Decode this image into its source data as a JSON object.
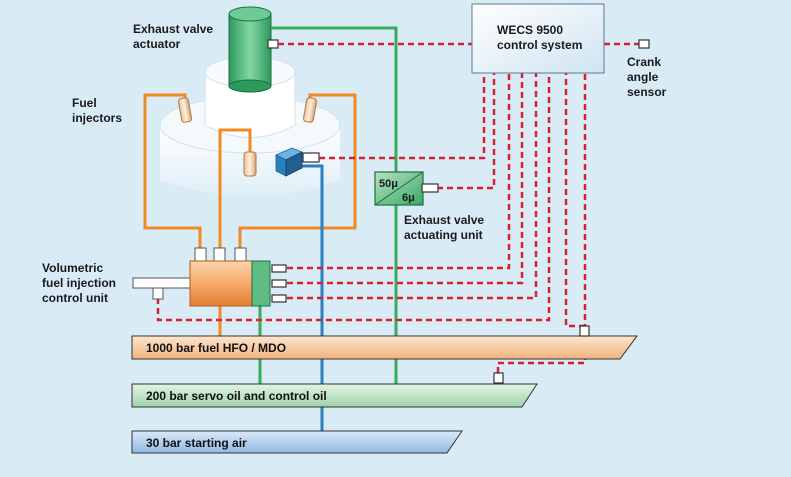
{
  "labels": {
    "exhaust_valve_actuator": [
      "Exhaust valve",
      "actuator"
    ],
    "fuel_injectors": [
      "Fuel",
      "injectors"
    ],
    "volumetric_unit": [
      "Volumetric",
      "fuel injection",
      "control unit"
    ],
    "wecs": [
      "WECS 9500",
      "control system"
    ],
    "crank_sensor": [
      "Crank",
      "angle",
      "sensor"
    ],
    "exhaust_valve_actuating_unit": [
      "Exhaust valve",
      "actuating unit"
    ],
    "unit_ratio_top": "50μ",
    "unit_ratio_bottom": "6μ"
  },
  "buses": {
    "fuel": "1000 bar fuel HFO / MDO",
    "servo": "200 bar servo oil and control oil",
    "air": "30 bar starting air"
  },
  "colors": {
    "background": "#d9ecf6",
    "fuel_pipe": "#f08a24",
    "servo_pipe": "#3aaa5c",
    "air_pipe": "#2a7fc1",
    "signal": "#d8202f",
    "fuel_bus": "#f7c9a0",
    "servo_bus": "#c4e6c9",
    "air_bus": "#b9d4ef"
  }
}
